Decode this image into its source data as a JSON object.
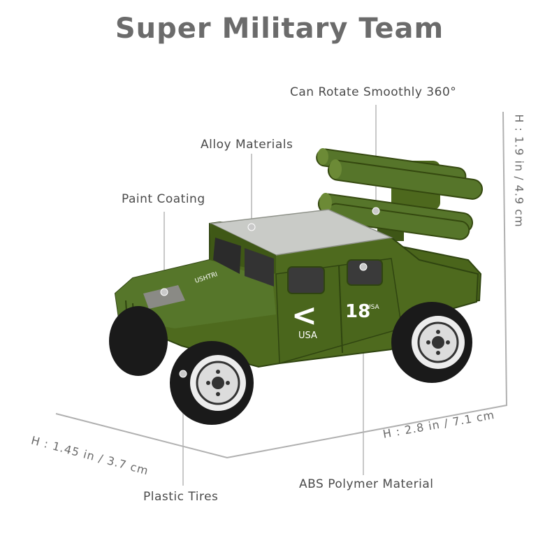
{
  "title": "Super Military Team",
  "callouts": {
    "rotate": "Can Rotate Smoothly 360°",
    "alloy": "Alloy Materials",
    "paint": "Paint Coating",
    "tires": "Plastic Tires",
    "abs": "ABS Polymer Material"
  },
  "dimensions": {
    "height": "H : 1.9 in / 4.9 cm",
    "width": "H : 1.45 in / 3.7 cm",
    "length": "H : 2.8 in / 7.1 cm"
  },
  "vehicle_markings": {
    "number": "18",
    "country": "USA",
    "roof_text": "USHTRI",
    "chevron": "<"
  },
  "colors": {
    "body": "#4e6a1e",
    "body_dark": "#2f4410",
    "roof": "#c9cbc7",
    "tire": "#1a1a1a",
    "rim": "#f2f2f2",
    "line": "#a8a8a8"
  }
}
